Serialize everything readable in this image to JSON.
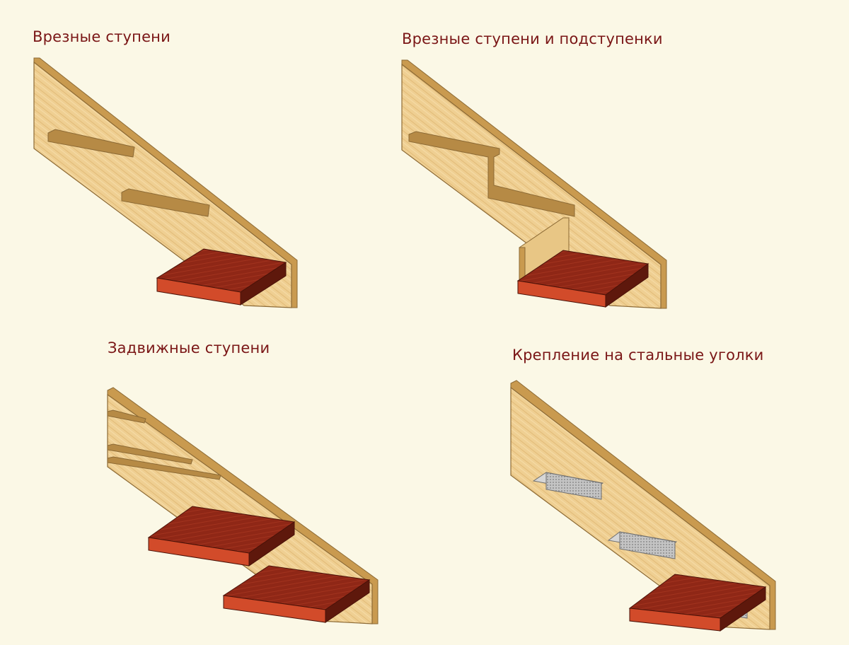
{
  "captions": {
    "inset_steps": "Врезные ступени",
    "inset_steps_and_risers": "Врезные ступени и подступенки",
    "sliding_steps": "Задвижные ступени",
    "steel_angle_mounting": "Крепление на стальные уголки"
  },
  "colors": {
    "background": "#fbf8e6",
    "caption_text": "#7a1616",
    "stringer_face": "#efcf92",
    "stringer_edge": "#c99a4f",
    "stringer_outline": "#8c6a35",
    "groove": "#b68a45",
    "tread_top": "#8f2716",
    "tread_front": "#d24b2a",
    "tread_side": "#5e180c",
    "steel_angle": "#b8b8b8"
  }
}
